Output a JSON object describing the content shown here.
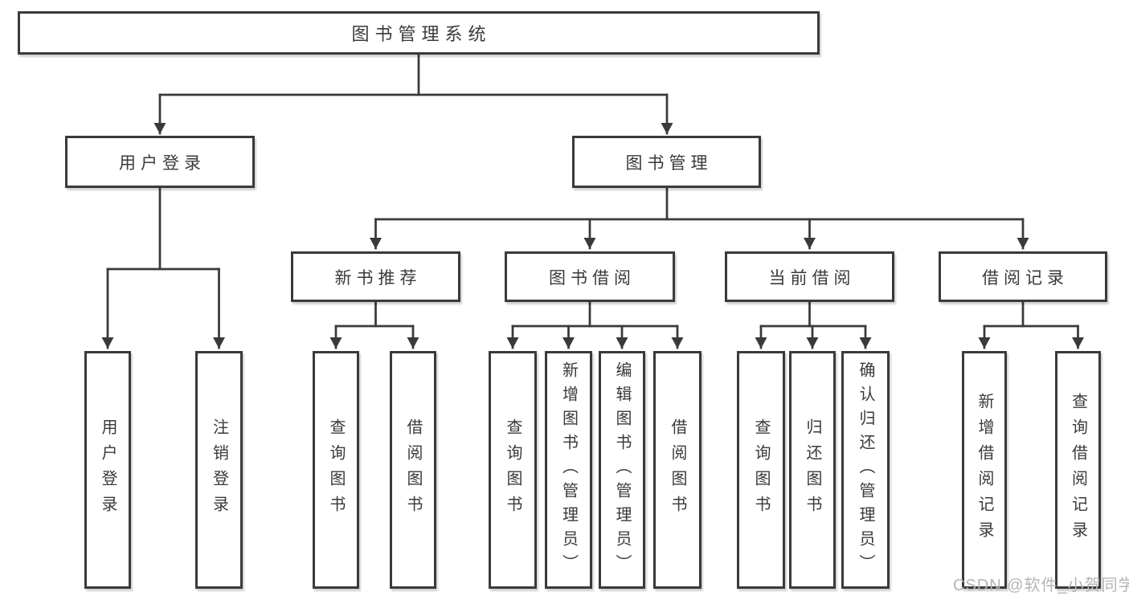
{
  "tree": {
    "label": "图书管理系统",
    "children": [
      {
        "label": "用户登录",
        "children": [
          {
            "label": "用户登录"
          },
          {
            "label": "注销登录"
          }
        ]
      },
      {
        "label": "图书管理",
        "children": [
          {
            "label": "新书推荐",
            "children": [
              {
                "label": "查询图书"
              },
              {
                "label": "借阅图书"
              }
            ]
          },
          {
            "label": "图书借阅",
            "children": [
              {
                "label": "查询图书"
              },
              {
                "label": "新增图书（管理员）"
              },
              {
                "label": "编辑图书（管理员）"
              },
              {
                "label": "借阅图书"
              }
            ]
          },
          {
            "label": "当前借阅",
            "children": [
              {
                "label": "查询图书"
              },
              {
                "label": "归还图书"
              },
              {
                "label": "确认归还（管理员）"
              }
            ]
          },
          {
            "label": "借阅记录",
            "children": [
              {
                "label": "新增借阅记录"
              },
              {
                "label": "查询借阅记录"
              }
            ]
          }
        ]
      }
    ]
  },
  "watermark": {
    "text": "CSDN @软件_小贺同学"
  },
  "colors": {
    "background": "#ffffff",
    "line": "#3a3a3a",
    "box_border": "#3a3a3a",
    "box_fill": "#ffffff",
    "text": "#3a3a3a",
    "watermark": "#b5b5b5"
  }
}
